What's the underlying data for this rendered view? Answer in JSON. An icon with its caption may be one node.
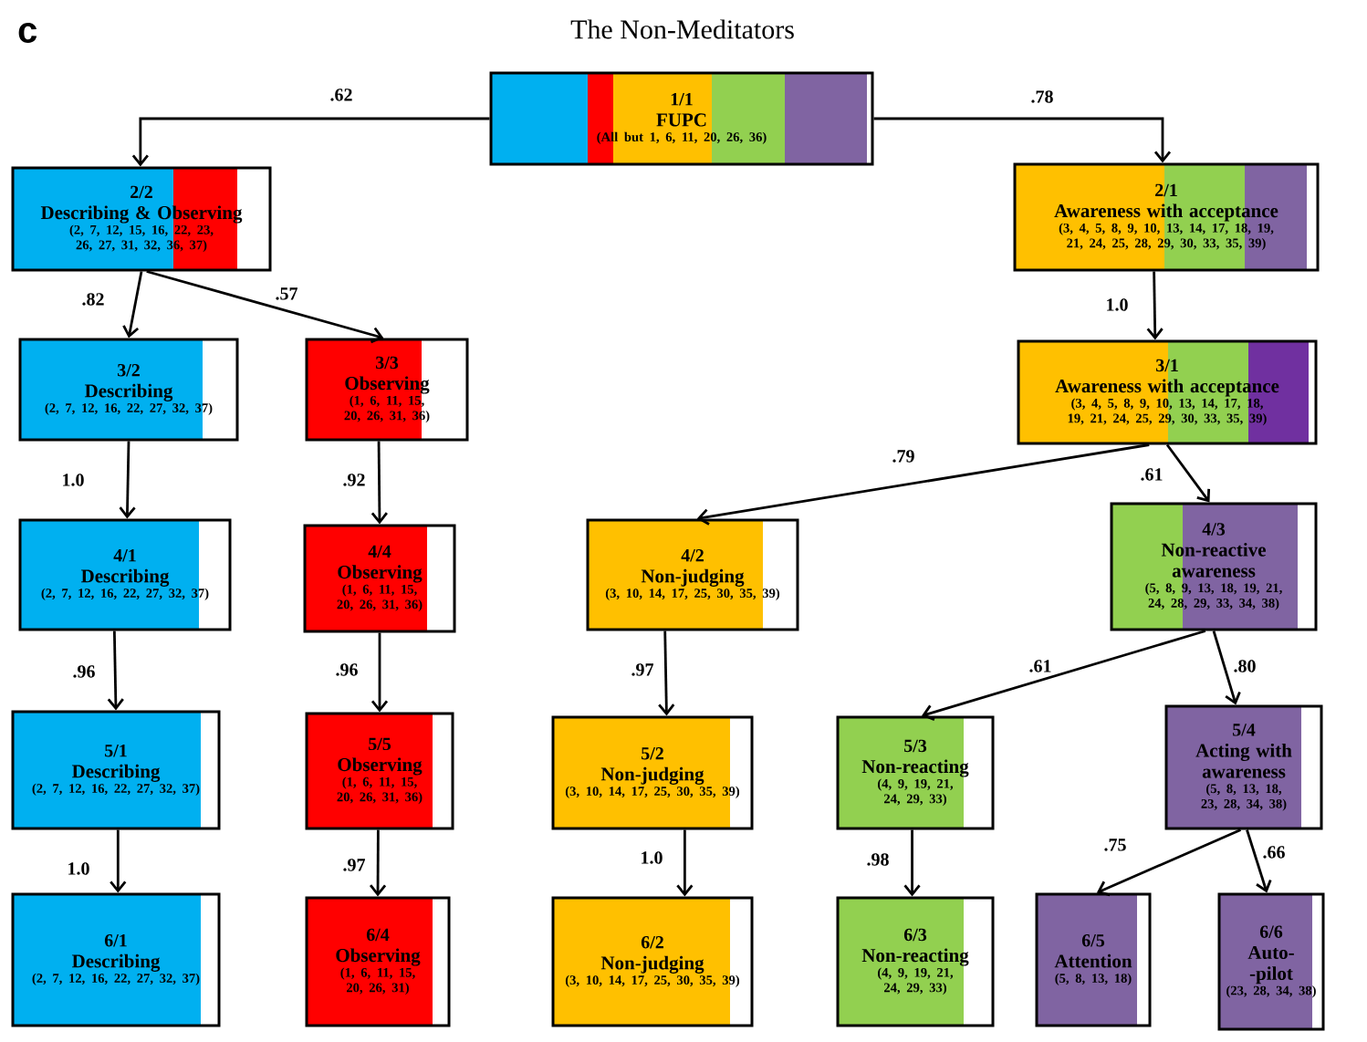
{
  "diagram": {
    "title": "The Non-Meditators",
    "nodes": [
      {
        "text": [
          "1/1",
          "FUPC",
          "(All but 1, 6, 11, 20, 26, 36)"
        ]
      },
      {
        "text": [
          "2/2",
          "Describing & Observing",
          "(2, 7, 12, 15, 16, 22, 23, 26, 27, 31, 32, 36, 37)"
        ]
      },
      {
        "text": [
          "2/1",
          "Awareness with acceptance",
          "(3, 4, 5, 8, 9, 10, 13, 14, 17, 18, 19, 21, 24, 25, 28, 29, 30, 33, 35, 39)"
        ]
      },
      {
        "text": [
          "3/2",
          "Describing",
          "(2, 7, 12, 16, 22, 27, 32, 37)"
        ]
      },
      {
        "text": [
          "3/3",
          "Observing",
          "(1, 6, 11, 15, 20, 26, 31, 36)"
        ]
      },
      {
        "text": [
          "3/1",
          "Awareness with acceptance",
          "(3, 4, 5, 8, 9, 10, 13, 14, 17, 18, 19, 21, 24, 25, 29, 30, 33, 35, 39)"
        ]
      },
      {
        "text": [
          "4/1",
          "Describing",
          "(2, 7, 12, 16, 22, 27, 32, 37)"
        ]
      },
      {
        "text": [
          "4/4",
          "Observing",
          "(1, 6, 11, 15, 20, 26, 31, 36)"
        ]
      },
      {
        "text": [
          "4/2",
          "Non-judging",
          "(3, 10, 14, 17, 25, 30, 35, 39)"
        ]
      },
      {
        "text": [
          "4/3",
          "Non-reactive awareness",
          "(5, 8, 9, 13, 18, 19, 21, 24, 28, 29, 33, 34, 38)"
        ]
      },
      {
        "text": [
          "5/1",
          "Describing",
          "(2, 7, 12, 16, 22, 27, 32, 37)"
        ]
      },
      {
        "text": [
          "5/5",
          "Observing",
          "(1, 6, 11, 15, 20, 26, 31, 36)"
        ]
      },
      {
        "text": [
          "5/2",
          "Non-judging",
          "(3, 10, 14, 17, 25, 30, 35, 39)"
        ]
      },
      {
        "text": [
          "5/3",
          "Non-reacting",
          "(4, 9, 19, 21, 24, 29, 33)"
        ]
      },
      {
        "text": [
          "5/4",
          "Acting with awareness",
          "(5, 8, 13, 18, 23, 28, 34, 38)"
        ]
      },
      {
        "text": [
          "6/1",
          "Describing",
          "(2, 7, 12, 16, 22, 27, 32, 37)"
        ]
      },
      {
        "text": [
          "6/4",
          "Observing",
          "(1, 6, 11, 15, 20, 26, 31)"
        ]
      },
      {
        "text": [
          "6/2",
          "Non-judging",
          "(3, 10, 14, 17, 25, 30, 35, 39)"
        ]
      },
      {
        "text": [
          "6/3",
          "Non-reacting",
          "(4, 9, 19, 21, 24, 29, 33)"
        ]
      },
      {
        "text": [
          "6/5",
          "Attention",
          "(5, 8, 13, 18)"
        ]
      },
      {
        "text": [
          "6/6",
          "Auto- -pilot",
          "(23, 28, 34, 38)"
        ]
      }
    ],
    "edges": [
      {
        "from": 0,
        "to": 1,
        "arrow": "to",
        "label": ".62"
      },
      {
        "from": 0,
        "to": 2,
        "arrow": "to",
        "label": ".78"
      },
      {
        "from": 1,
        "to": 3,
        "arrow": "to",
        "label": ".82"
      },
      {
        "from": 1,
        "to": 4,
        "arrow": "to",
        "label": ".57"
      },
      {
        "from": 2,
        "to": 5,
        "arrow": "to",
        "label": "1.0"
      },
      {
        "from": 3,
        "to": 6,
        "arrow": "to",
        "label": "1.0"
      },
      {
        "from": 4,
        "to": 7,
        "arrow": "to",
        "label": ".92"
      },
      {
        "from": 5,
        "to": 8,
        "arrow": "to",
        "label": ".79"
      },
      {
        "from": 5,
        "to": 9,
        "arrow": "to",
        "label": ".61"
      },
      {
        "from": 6,
        "to": 10,
        "arrow": "to",
        "label": ".96"
      },
      {
        "from": 7,
        "to": 11,
        "arrow": "to",
        "label": ".96"
      },
      {
        "from": 8,
        "to": 12,
        "arrow": "to",
        "label": ".97"
      },
      {
        "from": 9,
        "to": 13,
        "arrow": "to",
        "label": ".61"
      },
      {
        "from": 9,
        "to": 14,
        "arrow": "to",
        "label": ".80"
      },
      {
        "from": 10,
        "to": 15,
        "arrow": "to",
        "label": "1.0"
      },
      {
        "from": 11,
        "to": 16,
        "arrow": "to",
        "label": ".97"
      },
      {
        "from": 12,
        "to": 17,
        "arrow": "to",
        "label": "1.0"
      },
      {
        "from": 13,
        "to": 18,
        "arrow": "to",
        "label": ".98"
      },
      {
        "from": 14,
        "to": 19,
        "arrow": "to",
        "label": ".75"
      },
      {
        "from": 14,
        "to": 20,
        "arrow": "to",
        "label": ".66"
      }
    ],
    "labels": [
      "c"
    ]
  }
}
